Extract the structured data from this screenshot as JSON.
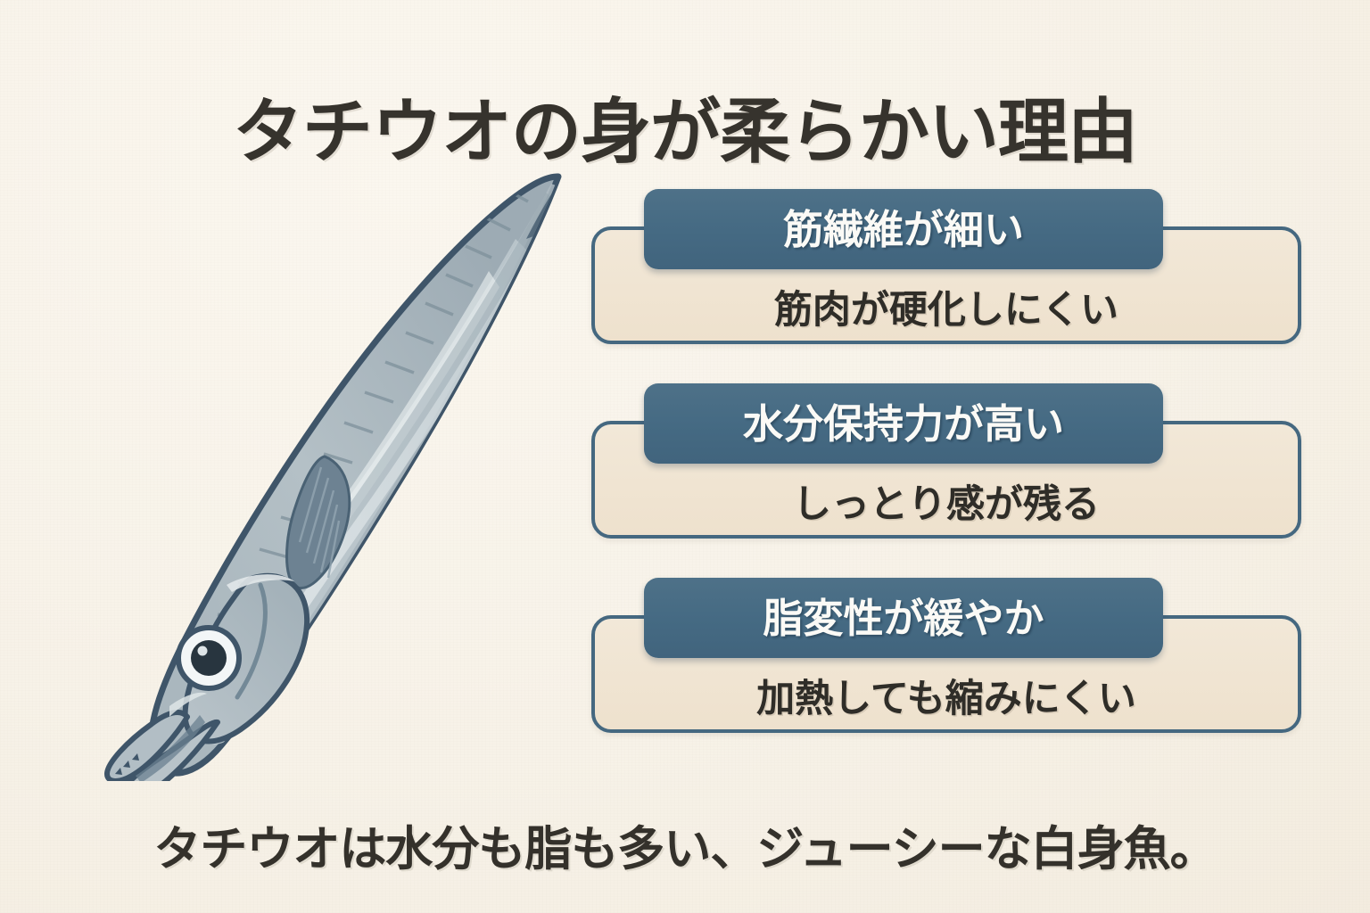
{
  "page": {
    "title": "タチウオの身が柔らかい理由",
    "footer_caption": "タチウオは水分も脂も多い、ジューシーな白身魚。",
    "background_color": "#f7f2e8",
    "accent_color": "#456880",
    "card_fill_color": "#efe3d2",
    "text_color": "#34312b"
  },
  "illustration": {
    "name": "cutlassfish-illustration",
    "subject": "タチウオ",
    "body_color": "#a9b6bd",
    "outline_color": "#3e5569",
    "highlight_color": "#d5dde1"
  },
  "cards": [
    {
      "header": "筋繊維が細い",
      "subtitle": "筋肉が硬化しにくい"
    },
    {
      "header": "水分保持力が高い",
      "subtitle": "しっとり感が残る"
    },
    {
      "header": "脂変性が緩やか",
      "subtitle": "加熱しても縮みにくい"
    }
  ]
}
